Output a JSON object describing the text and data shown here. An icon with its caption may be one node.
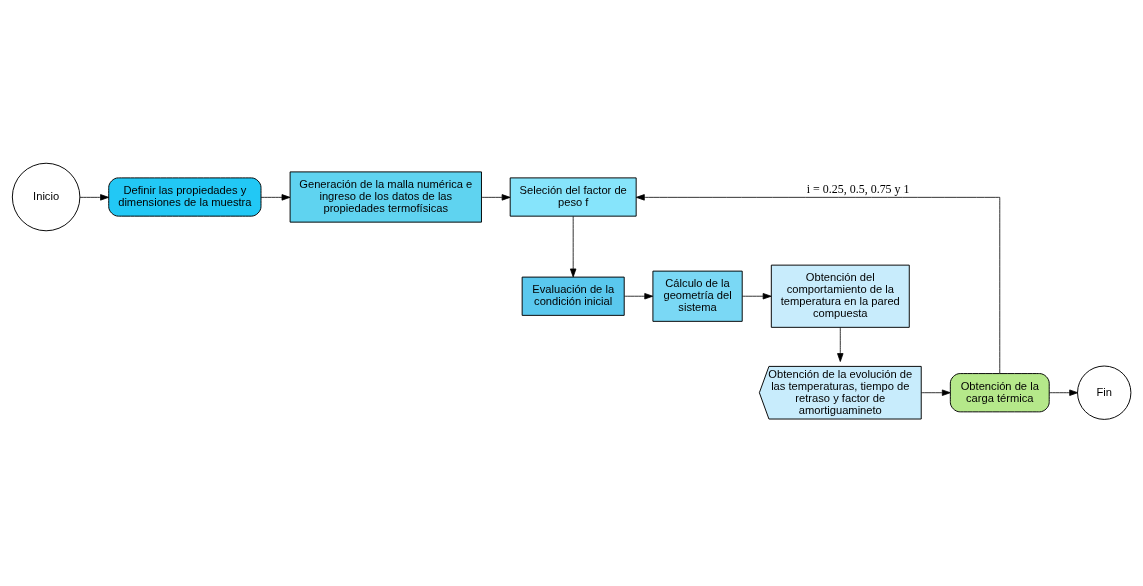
{
  "diagram": {
    "nodes": [
      {
        "text": [
          "Inicio"
        ]
      },
      {
        "text": [
          "Definir las propiedades y dimensiones de la muestra"
        ]
      },
      {
        "text": [
          "Generación de la malla numérica e ingreso de los datos de las propiedades termofísicas"
        ]
      },
      {
        "text": [
          "Seleción del factor de peso f"
        ]
      },
      {
        "text": [
          "Evaluación de la condición inicial"
        ]
      },
      {
        "text": [
          "Cálculo de la geometría del sistema"
        ]
      },
      {
        "text": [
          "Obtención del comportamiento de la temperatura en la pared compuesta"
        ]
      },
      {
        "text": [
          "Obtención de la evolución de las temperaturas, tiempo de retraso y factor de amortiguamineto"
        ]
      },
      {
        "text": [
          "Obtención de la carga térmica"
        ]
      },
      {
        "text": [
          "Fin"
        ]
      }
    ],
    "edges": [
      {
        "from": 0,
        "to": 1,
        "arrow": "to"
      },
      {
        "from": 1,
        "to": 2,
        "arrow": "to"
      },
      {
        "from": 2,
        "to": 3,
        "arrow": "to"
      },
      {
        "from": 3,
        "to": 4,
        "arrow": "to"
      },
      {
        "from": 4,
        "to": 5,
        "arrow": "to"
      },
      {
        "from": 5,
        "to": 6,
        "arrow": "to"
      },
      {
        "from": 6,
        "to": 7,
        "arrow": "to"
      },
      {
        "from": 7,
        "to": 8,
        "arrow": "to"
      },
      {
        "from": 8,
        "to": 9,
        "arrow": "to"
      },
      {
        "from": 8,
        "to": 3,
        "arrow": "to",
        "label": "i = 0.25, 0.5, 0.75 y 1"
      }
    ]
  }
}
